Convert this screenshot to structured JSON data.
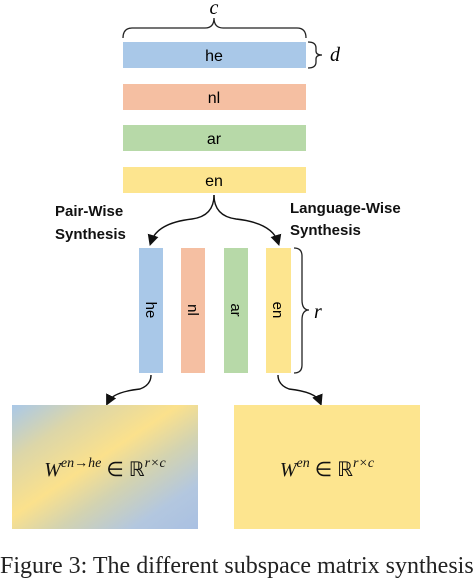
{
  "dimension_labels": {
    "width": "c",
    "height": "d",
    "rank": "r"
  },
  "languages": [
    {
      "code": "he",
      "color": "#a9c8e8"
    },
    {
      "code": "nl",
      "color": "#f5bfa2"
    },
    {
      "code": "ar",
      "color": "#b7d9a8"
    },
    {
      "code": "en",
      "color": "#fde58f"
    }
  ],
  "synthesis": {
    "pair_wise": "Pair-Wise\nSynthesis",
    "language_wise": "Language-Wise\nSynthesis"
  },
  "matrices": {
    "pair": {
      "base": "W",
      "sup": "en→he",
      "rest": " ∈ ℝ",
      "rest_sup": "r×c"
    },
    "lang": {
      "base": "W",
      "sup": "en",
      "rest": " ∈ ℝ",
      "rest_sup": "r×c"
    }
  },
  "caption": "Figure 3: The different subspace matrix synthesis"
}
